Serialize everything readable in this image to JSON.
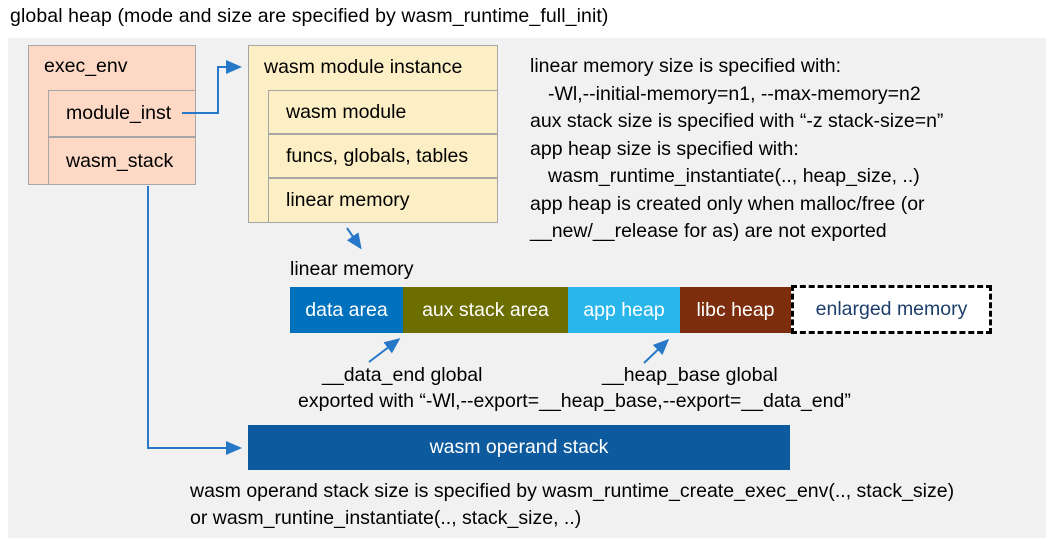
{
  "title": "global heap (mode and size are specified by wasm_runtime_full_init)",
  "exec_env": {
    "label": "exec_env",
    "children": [
      "module_inst",
      "wasm_stack"
    ]
  },
  "module_instance": {
    "label": "wasm module instance",
    "children": [
      "wasm module",
      "funcs, globals, tables",
      "linear memory"
    ]
  },
  "notes_right": {
    "lines": [
      {
        "text": "linear memory size is specified with:"
      },
      {
        "text": "-Wl,--initial-memory=n1, --max-memory=n2"
      },
      {
        "text": "aux stack size is specified with “-z stack-size=n”"
      },
      {
        "text": "app heap size is specified with:"
      },
      {
        "text": "wasm_runtime_instantiate(.., heap_size, ..)"
      },
      {
        "text": "app heap is created only when malloc/free (or"
      },
      {
        "text": "__new/__release for as) are not exported"
      }
    ]
  },
  "linear_memory": {
    "label": "linear memory",
    "segments": [
      {
        "label": "data area",
        "color": "#0071bc",
        "text_color": "#ffffff"
      },
      {
        "label": "aux stack area",
        "color": "#6d6e00",
        "text_color": "#ffffff"
      },
      {
        "label": "app heap",
        "color": "#29b7eb",
        "text_color": "#ffffff"
      },
      {
        "label": "libc heap",
        "color": "#7b2d0e",
        "text_color": "#ffffff"
      },
      {
        "label": "enlarged memory",
        "color": "#ffffff",
        "text_color": "#1c3e6b",
        "border": "dashed"
      }
    ]
  },
  "annotations": {
    "data_end": "__data_end global",
    "heap_base": "__heap_base global",
    "exported": "exported with “-Wl,--export=__heap_base,--export=__data_end”"
  },
  "operand_stack": {
    "label": "wasm operand stack",
    "color": "#0d5b9e"
  },
  "notes_bottom": {
    "lines": [
      "wasm operand stack size is specified by wasm_runtime_create_exec_env(.., stack_size)",
      "or wasm_runtine_instantiate(.., stack_size, ..)"
    ]
  },
  "colors": {
    "panel_background": "#f1f1f1",
    "exec_env_fill": "#fcd8c5",
    "module_instance_fill": "#fceec5",
    "box_border": "#a6a6a6",
    "arrow": "#2778c8"
  }
}
